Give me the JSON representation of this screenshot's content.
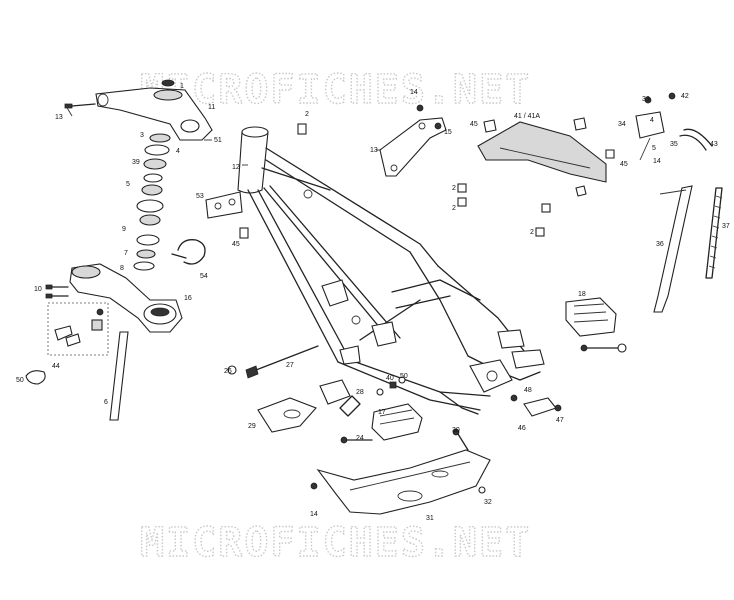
{
  "watermark": {
    "text": "MICROFICHES.NET"
  },
  "callouts": [
    {
      "id": "c1",
      "text": "1"
    },
    {
      "id": "c2",
      "text": "2"
    },
    {
      "id": "c3",
      "text": "3"
    },
    {
      "id": "c4",
      "text": "4"
    },
    {
      "id": "c5",
      "text": "5"
    },
    {
      "id": "c6",
      "text": "6"
    },
    {
      "id": "c7",
      "text": "7"
    },
    {
      "id": "c8",
      "text": "8"
    },
    {
      "id": "c9",
      "text": "9"
    },
    {
      "id": "c10",
      "text": "10"
    },
    {
      "id": "c11",
      "text": "11"
    },
    {
      "id": "c12",
      "text": "12"
    },
    {
      "id": "c13",
      "text": "13"
    },
    {
      "id": "c13b",
      "text": "13"
    },
    {
      "id": "c14",
      "text": "14"
    },
    {
      "id": "c14b",
      "text": "14"
    },
    {
      "id": "c14c",
      "text": "14"
    },
    {
      "id": "c15",
      "text": "15"
    },
    {
      "id": "c16",
      "text": "16"
    },
    {
      "id": "c17",
      "text": "17"
    },
    {
      "id": "c18",
      "text": "18"
    },
    {
      "id": "c24",
      "text": "24"
    },
    {
      "id": "c26",
      "text": "26"
    },
    {
      "id": "c27",
      "text": "27"
    },
    {
      "id": "c28",
      "text": "28"
    },
    {
      "id": "c29",
      "text": "29"
    },
    {
      "id": "c30",
      "text": "30"
    },
    {
      "id": "c31",
      "text": "31"
    },
    {
      "id": "c32",
      "text": "32"
    },
    {
      "id": "c33",
      "text": "33"
    },
    {
      "id": "c34",
      "text": "34"
    },
    {
      "id": "c35",
      "text": "35"
    },
    {
      "id": "c36",
      "text": "36"
    },
    {
      "id": "c37",
      "text": "37"
    },
    {
      "id": "c39",
      "text": "39"
    },
    {
      "id": "c40",
      "text": "40"
    },
    {
      "id": "c41",
      "text": "41 / 41A"
    },
    {
      "id": "c42",
      "text": "42"
    },
    {
      "id": "c43",
      "text": "43"
    },
    {
      "id": "c44",
      "text": "44"
    },
    {
      "id": "c45a",
      "text": "45"
    },
    {
      "id": "c45b",
      "text": "45"
    },
    {
      "id": "c45c",
      "text": "45"
    },
    {
      "id": "c46",
      "text": "46"
    },
    {
      "id": "c47",
      "text": "47"
    },
    {
      "id": "c48",
      "text": "48"
    },
    {
      "id": "c50",
      "text": "50"
    },
    {
      "id": "c51",
      "text": "51"
    },
    {
      "id": "c53",
      "text": "53"
    },
    {
      "id": "c54",
      "text": "54"
    },
    {
      "id": "c50b",
      "text": "50"
    },
    {
      "id": "c2b",
      "text": "2"
    },
    {
      "id": "c2c",
      "text": "2"
    },
    {
      "id": "c2d",
      "text": "2"
    },
    {
      "id": "c4b",
      "text": "4"
    },
    {
      "id": "c5b",
      "text": "5"
    }
  ]
}
